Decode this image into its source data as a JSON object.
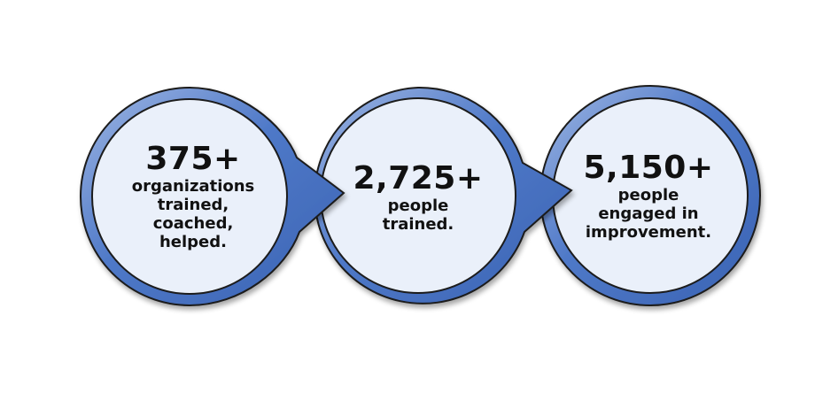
{
  "colors": {
    "ring_blue": "#4f79c8",
    "ring_light": "#9fb7e3",
    "circle_fill": "#eaf0fa",
    "outline": "#1a1a1a",
    "text": "#111111"
  },
  "stats": [
    {
      "number": "375+",
      "description": "organizations\ntrained,\ncoached,\nhelped."
    },
    {
      "number": "2,725+",
      "description": "people\ntrained."
    },
    {
      "number": "5,150+",
      "description": "people\nengaged in\nimprovement."
    }
  ]
}
